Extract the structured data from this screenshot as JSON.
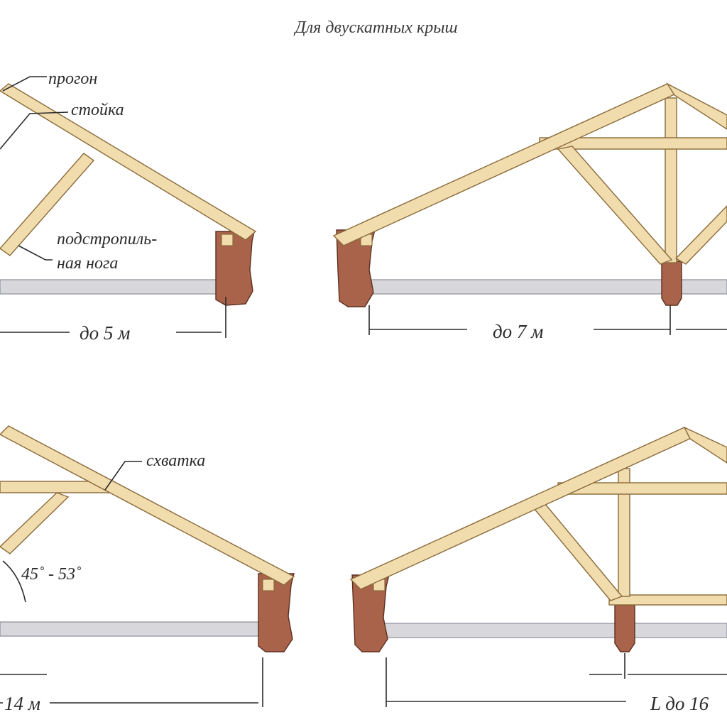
{
  "title": "Для двускатных крыш",
  "labels": {
    "purlin": "прогон",
    "post": "стойка",
    "rafter_line1": "подстропиль-",
    "rafter_line2": "ная нога",
    "collar_tie": "схватка",
    "angle": "45˚ - 53˚"
  },
  "dimensions": {
    "span1": "до 5 м",
    "span2": "до 7 м",
    "span3": "14 м",
    "span4": "L до 16"
  },
  "colors": {
    "timber": "#f1dcae",
    "timber_outline": "#8a6a3a",
    "masonry": "#a8634a",
    "floor_beam": "#d7d7dc"
  }
}
